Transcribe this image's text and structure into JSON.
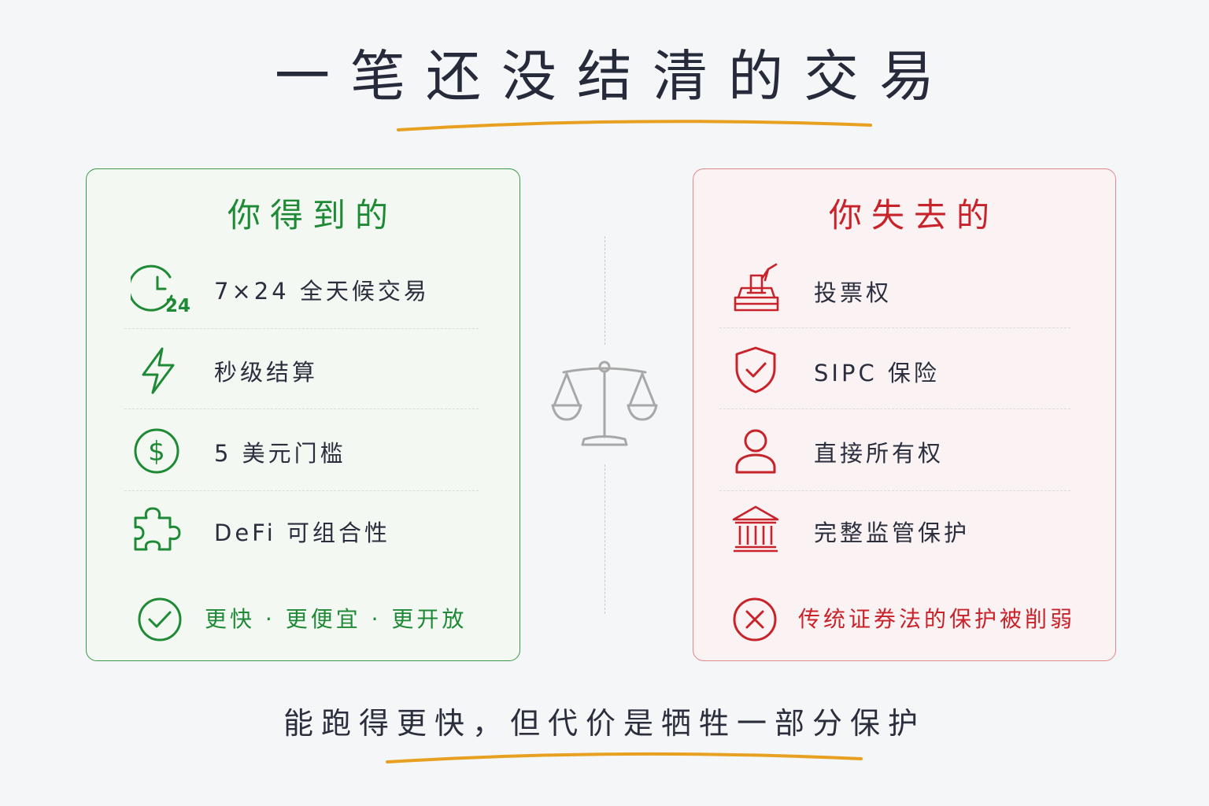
{
  "title": "一笔还没结清的交易",
  "gain": {
    "heading": "你得到的",
    "items": [
      {
        "label": "7×24 全天候交易",
        "icon": "clock-24-icon",
        "badge": "24"
      },
      {
        "label": "秒级结算",
        "icon": "lightning-icon"
      },
      {
        "label": "5 美元门槛",
        "icon": "dollar-icon",
        "symbol": "$"
      },
      {
        "label": "DeFi 可组合性",
        "icon": "puzzle-icon"
      }
    ],
    "summary": "更快 · 更便宜 · 更开放"
  },
  "loss": {
    "heading": "你失去的",
    "items": [
      {
        "label": "投票权",
        "icon": "ballot-box-icon"
      },
      {
        "label": "SIPC 保险",
        "icon": "shield-check-icon"
      },
      {
        "label": "直接所有权",
        "icon": "person-icon"
      },
      {
        "label": "完整监管保护",
        "icon": "bank-building-icon"
      }
    ],
    "summary": "传统证券法的保护被削弱"
  },
  "bottom": "能跑得更快，但代价是牺牲一部分保护",
  "colors": {
    "green": "#1f8a36",
    "red": "#c8222a",
    "accent": "#e8a020",
    "gray": "#a8a8a8"
  }
}
